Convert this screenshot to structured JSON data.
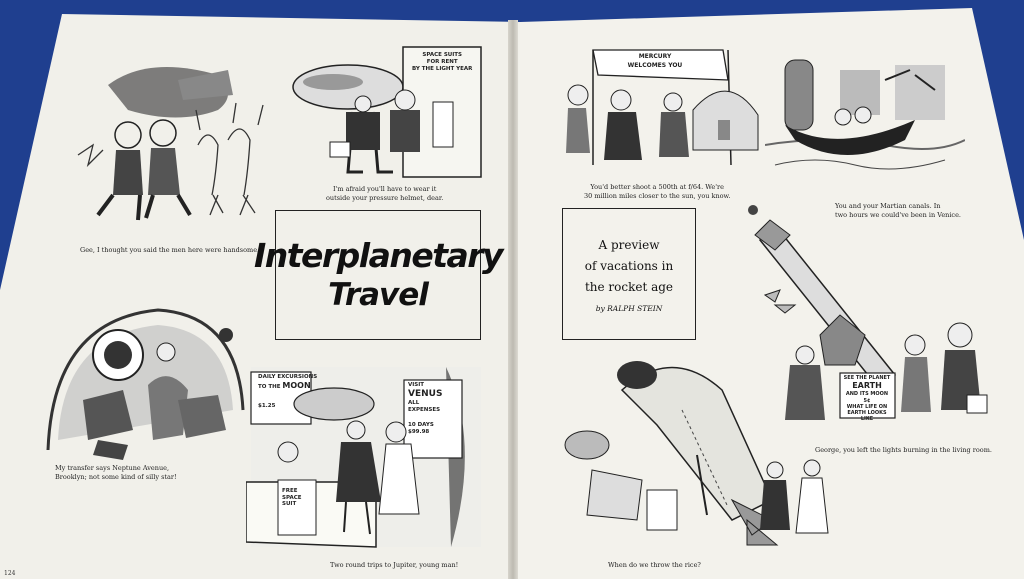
{
  "page": {
    "title_line1": "Interplanetary",
    "title_line2": "Travel",
    "subtitle_lines": [
      "A preview",
      "of vacations in",
      "the rocket age"
    ],
    "byline": "by RALPH STEIN",
    "folio_left": "124"
  },
  "cartoons": [
    {
      "id": "handsome",
      "caption": "Gee, I thought you said the men here were handsome."
    },
    {
      "id": "space-suits",
      "caption_lines": [
        "I'm afraid you'll have to wear it",
        "outside your pressure helmet, dear."
      ],
      "sign_lines": [
        "SPACE SUITS",
        "FOR RENT",
        "BY THE LIGHT YEAR"
      ]
    },
    {
      "id": "mercury",
      "caption_lines": [
        "You'd better shoot a 500th at f/64. We're",
        "30 million miles closer to the sun, you know."
      ],
      "banner_lines": [
        "MERCURY",
        "WELCOMES YOU"
      ]
    },
    {
      "id": "venice",
      "caption_lines": [
        "You and your Martian canals. In",
        "two hours we could've been in Venice."
      ]
    },
    {
      "id": "neptune",
      "caption_lines": [
        "My transfer says Neptune Avenue,",
        "Brooklyn; not some kind of silly star!"
      ]
    },
    {
      "id": "jupiter",
      "caption": "Two round trips to Jupiter, young man!",
      "signs": {
        "moon_line1": "DAILY EXCURSIONS",
        "moon_line2": "TO THE",
        "moon_line3": "MOON",
        "moon_price": "$1.25",
        "venus_line1": "VISIT",
        "venus_line2": "VENUS",
        "venus_line3": "ALL",
        "venus_line4": "EXPENSES",
        "venus_line5": "10 DAYS",
        "venus_price": "$99.98",
        "free_line1": "FREE",
        "free_line2": "SPACE",
        "free_line3": "SUIT"
      }
    },
    {
      "id": "rice",
      "caption": "When do we throw the rice?"
    },
    {
      "id": "earth",
      "caption": "George, you left the lights burning in the living room.",
      "sign_lines": [
        "SEE THE PLANET",
        "EARTH",
        "AND ITS MOON",
        "5¢",
        "WHAT LIFE ON",
        "EARTH LOOKS LIKE"
      ]
    }
  ]
}
